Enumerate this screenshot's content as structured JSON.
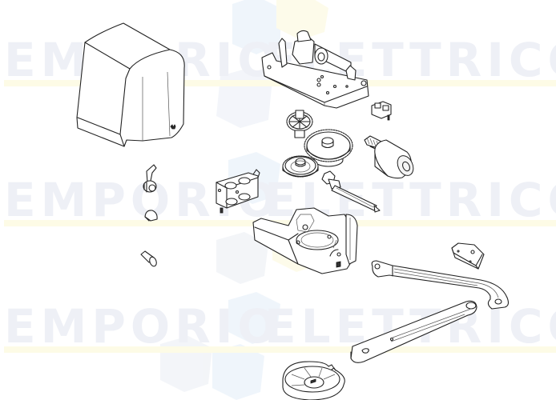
{
  "diagram": {
    "type": "exploded-parts-view",
    "subject": "swing gate operator (motor, gearbox, arms)",
    "background": "#ffffff",
    "line_color": "#222222",
    "watermark": {
      "text_left": "EMPORIO",
      "text_right": "ELETTRICO",
      "rows": 3,
      "text_color": "#eef0f6",
      "band_color": "#fdfbe6",
      "logo_colors": [
        "#eef4fb",
        "#fdfbe8"
      ]
    },
    "parts": [
      {
        "id": "cover",
        "label": "Motor cover"
      },
      {
        "id": "gearbox-upper",
        "label": "Upper gearbox housing"
      },
      {
        "id": "microswitch-connector",
        "label": "Connector / limit switch"
      },
      {
        "id": "pinion-gear",
        "label": "Small pinion gear"
      },
      {
        "id": "main-gear",
        "label": "Main gear wheel"
      },
      {
        "id": "secondary-gear",
        "label": "Secondary gear"
      },
      {
        "id": "motor",
        "label": "Electric motor"
      },
      {
        "id": "worm-shaft",
        "label": "Worm shaft"
      },
      {
        "id": "release-lever",
        "label": "Release lever with knob"
      },
      {
        "id": "knob",
        "label": "Small knob"
      },
      {
        "id": "pin",
        "label": "Pin / bolt"
      },
      {
        "id": "bracket",
        "label": "Mounting bracket"
      },
      {
        "id": "gearbox-lower",
        "label": "Lower gearbox housing"
      },
      {
        "id": "stop-block",
        "label": "Mechanical stop block"
      },
      {
        "id": "curved-arm",
        "label": "Curved arm"
      },
      {
        "id": "straight-arm",
        "label": "Straight arm"
      },
      {
        "id": "cup-base",
        "label": "Round base cup"
      }
    ]
  }
}
